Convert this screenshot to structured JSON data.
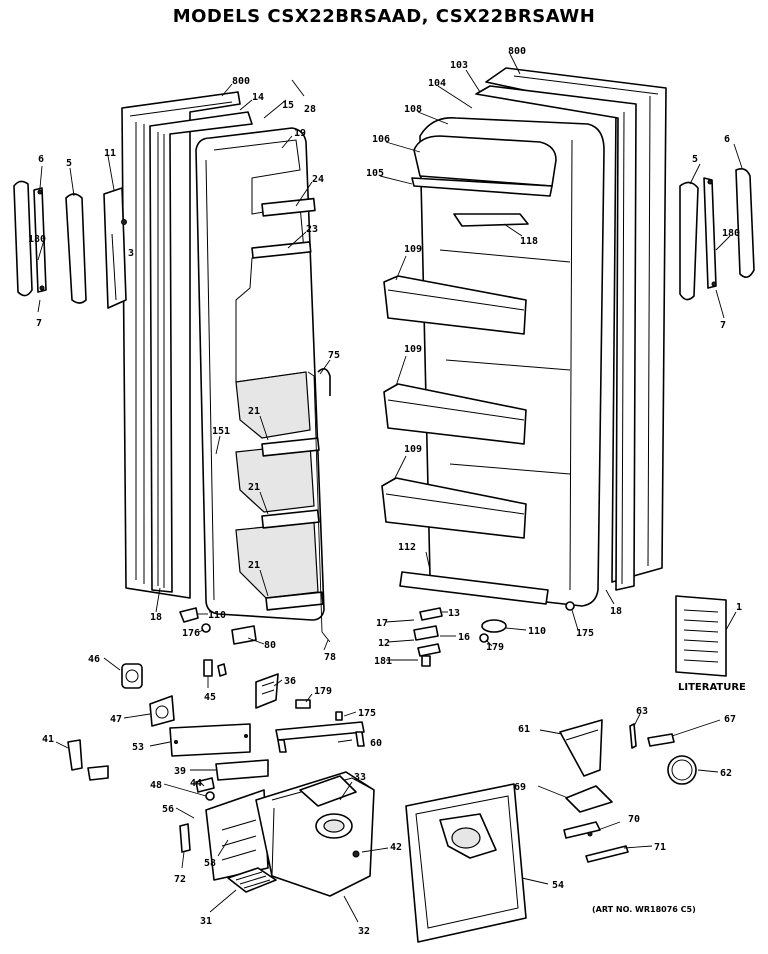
{
  "title": "MODELS CSX22BRSAAD, CSX22BRSAWH",
  "art_number": "(ART NO. WR18076 C5)",
  "literature_label": "LITERATURE",
  "callouts": {
    "c800l": "800",
    "c800r": "800",
    "c14": "14",
    "c15": "15",
    "c28": "28",
    "c19": "19",
    "c24": "24",
    "c23": "23",
    "c6l": "6",
    "c5l": "5",
    "c11": "11",
    "c180l": "180",
    "c3": "3",
    "c7l": "7",
    "c75": "75",
    "c151": "151",
    "c21a": "21",
    "c21b": "21",
    "c21c": "21",
    "c18l": "18",
    "c110l": "110",
    "c176": "176",
    "c80": "80",
    "c78": "78",
    "c103": "103",
    "c104": "104",
    "c108": "108",
    "c106": "106",
    "c105": "105",
    "c118": "118",
    "c109a": "109",
    "c109b": "109",
    "c109c": "109",
    "c112": "112",
    "c18r": "18",
    "c6r": "6",
    "c5r": "5",
    "c180r": "180",
    "c7r": "7",
    "c1": "1",
    "c17": "17",
    "c13": "13",
    "c12": "12",
    "c16": "16",
    "c181": "181",
    "c110r": "110",
    "c179r": "179",
    "c175": "175",
    "c46": "46",
    "c45": "45",
    "c36": "36",
    "c179": "179",
    "c175b": "175",
    "c47": "47",
    "c41": "41",
    "c53": "53",
    "c60": "60",
    "c39": "39",
    "c44": "44",
    "c48": "48",
    "c33": "33",
    "c56": "56",
    "c58": "58",
    "c42": "42",
    "c72": "72",
    "c31": "31",
    "c32": "32",
    "c61": "61",
    "c63": "63",
    "c67": "67",
    "c62": "62",
    "c69": "69",
    "c70": "70",
    "c71": "71",
    "c54": "54"
  }
}
